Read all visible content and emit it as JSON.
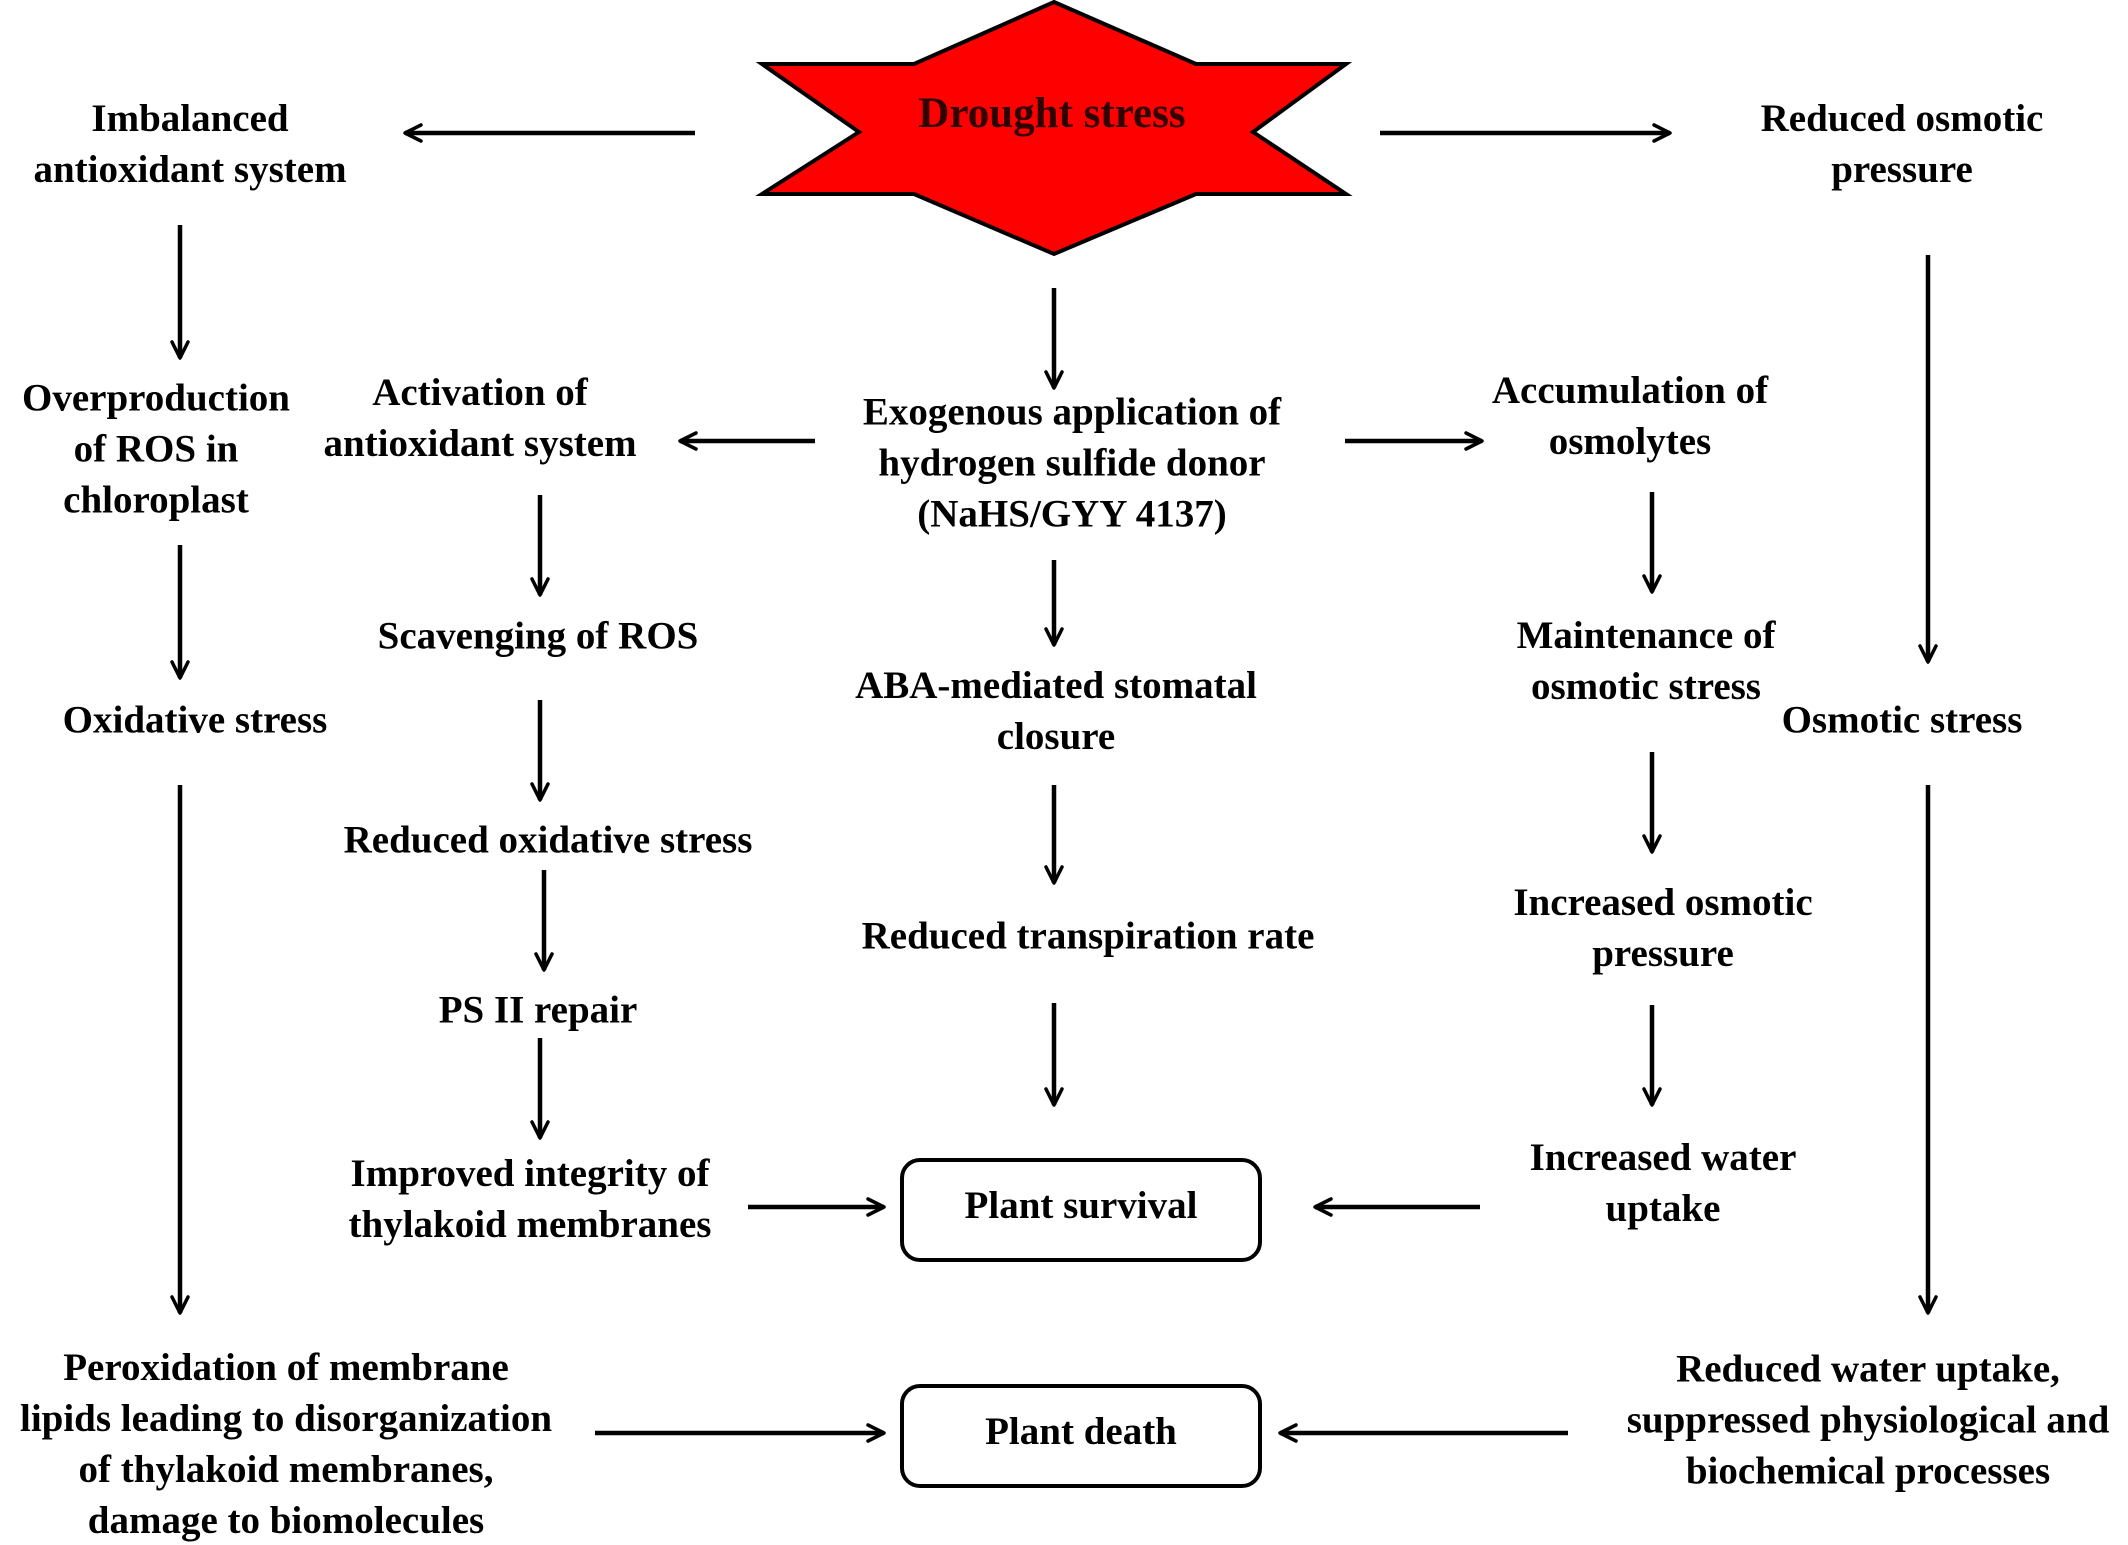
{
  "header": {
    "title": "Drought stress",
    "star_fill": "#ff0000",
    "title_color": "#300000"
  },
  "left": {
    "imbalanced": "Imbalanced\nantioxidant system",
    "overproduction": "Overproduction\nof ROS in\nchloroplast",
    "oxidative": "Oxidative stress",
    "peroxidation": "Peroxidation of membrane\nlipids leading to disorganization\nof thylakoid membranes,\ndamage to biomolecules"
  },
  "center_left": {
    "activation": "Activation of\nantioxidant system",
    "scavenging": "Scavenging of ROS",
    "reduced_oxidative": "Reduced oxidative stress",
    "ps2": "PS II repair",
    "integrity": "Improved integrity of\nthylakoid membranes"
  },
  "center": {
    "exogenous": "Exogenous application of\nhydrogen sulfide donor\n(NaHS/GYY 4137)",
    "aba": "ABA-mediated stomatal\nclosure",
    "transpiration": "Reduced transpiration rate"
  },
  "center_right": {
    "accumulation": "Accumulation of\nosmolytes",
    "maintenance": "Maintenance of\nosmotic stress",
    "increased_pressure": "Increased osmotic\npressure",
    "increased_uptake": "Increased water\nuptake"
  },
  "right": {
    "reduced_pressure": "Reduced osmotic\npressure",
    "osmotic_stress": "Osmotic stress",
    "reduced_uptake": "Reduced water uptake,\nsuppressed physiological and\nbiochemical processes"
  },
  "outcomes": {
    "survival": "Plant survival",
    "death": "Plant death"
  }
}
